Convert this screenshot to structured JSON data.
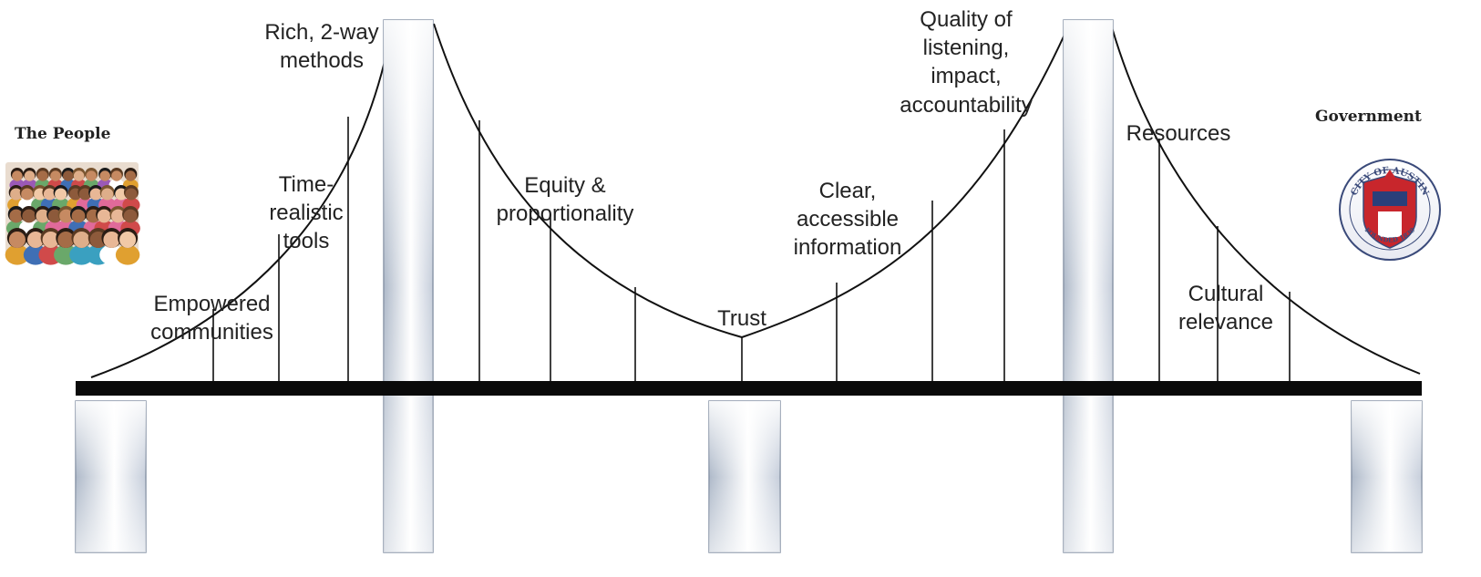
{
  "left_side": {
    "title": "The People"
  },
  "right_side": {
    "title": "Government"
  },
  "seal": {
    "top_text": "CITY OF AUSTIN",
    "bottom_text": "FOUNDED 1839"
  },
  "labels": {
    "rich_two_way": "Rich, 2-way\nmethods",
    "time_realistic": "Time-\nrealistic\ntools",
    "empowered": "Empowered\ncommunities",
    "equity": "Equity &\nproportionality",
    "trust": "Trust",
    "clear_info": "Clear,\naccessible\ninformation",
    "quality": "Quality of\nlistening,\nimpact,\naccountability",
    "resources": "Resources",
    "cultural": "Cultural\nrelevance"
  },
  "colors": {
    "ink": "#111111",
    "pillar_edge": "#8a96a8",
    "pillar_mid": "#ffffff",
    "pillar_dark": "#b9c3d2"
  }
}
